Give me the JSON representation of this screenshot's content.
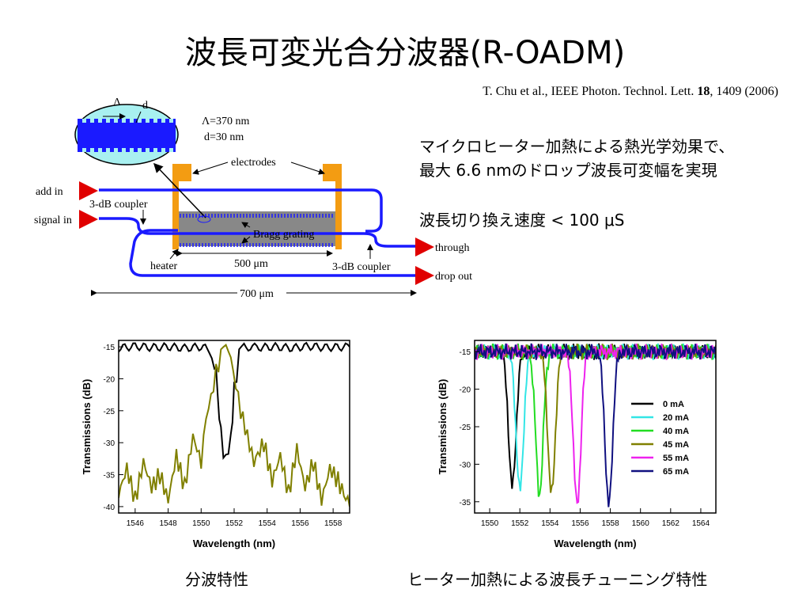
{
  "title": "波長可変光合分波器(R-OADM)",
  "citation": {
    "pre": "T. Chu et al., IEEE Photon. Technol. Lett. ",
    "vol": "18",
    "post": ", 1409 (2006)"
  },
  "description": {
    "line1": "マイクロヒーター加熱による熱光学効果で、",
    "line2": "最大 6.6 nmのドロップ波長可変幅を実現",
    "line3": "波長切り換え速度 < 100 μS"
  },
  "diagram": {
    "lambda_symbol": "Λ",
    "d_symbol": "d",
    "lambda_value": "Λ=370 nm",
    "d_value": "d=30 nm",
    "electrodes": "electrodes",
    "add_in": "add in",
    "signal_in": "signal in",
    "coupler_left": "3-dB coupler",
    "coupler_right": "3-dB coupler",
    "bragg": "Bragg grating",
    "heater": "heater",
    "len_500": "500 μm",
    "len_700": "700 μm",
    "through": "through",
    "drop_out": "drop out"
  },
  "colors": {
    "waveguide": "#1a1aff",
    "electrode": "#f39c12",
    "arrow_red": "#e00000",
    "cladding": "#a8f0f0"
  },
  "chart_data": [
    {
      "type": "line",
      "xlabel": "Wavelength (nm)",
      "ylabel": "Transmissions (dB)",
      "xlim": [
        1545,
        1559
      ],
      "ylim": [
        -41,
        -14
      ],
      "xticks": [
        1546,
        1548,
        1550,
        1552,
        1554,
        1556,
        1558
      ],
      "yticks": [
        -15,
        -20,
        -25,
        -30,
        -35,
        -40
      ],
      "series": [
        {
          "color": "#000000",
          "points": [
            [
              1545,
              -15.2
            ],
            [
              1546,
              -14.9
            ],
            [
              1547,
              -15.1
            ],
            [
              1548,
              -15.0
            ],
            [
              1549,
              -15.2
            ],
            [
              1550,
              -15.0
            ],
            [
              1550.5,
              -15.4
            ],
            [
              1550.8,
              -17
            ],
            [
              1551.0,
              -22
            ],
            [
              1551.2,
              -29
            ],
            [
              1551.5,
              -33
            ],
            [
              1551.8,
              -29
            ],
            [
              1552.0,
              -22
            ],
            [
              1552.3,
              -16
            ],
            [
              1552.6,
              -15.0
            ],
            [
              1553.5,
              -15.1
            ],
            [
              1554.5,
              -15.0
            ],
            [
              1555.5,
              -15.2
            ],
            [
              1556.5,
              -14.9
            ],
            [
              1557.5,
              -15.1
            ],
            [
              1559,
              -15.0
            ]
          ]
        },
        {
          "color": "#808000",
          "points": [
            [
              1545,
              -38
            ],
            [
              1545.5,
              -34
            ],
            [
              1546,
              -39
            ],
            [
              1546.5,
              -33
            ],
            [
              1547,
              -37
            ],
            [
              1547.5,
              -35
            ],
            [
              1548,
              -39
            ],
            [
              1548.5,
              -32
            ],
            [
              1549,
              -37
            ],
            [
              1549.5,
              -29
            ],
            [
              1550,
              -33
            ],
            [
              1550.3,
              -26
            ],
            [
              1550.6,
              -23
            ],
            [
              1550.9,
              -19
            ],
            [
              1551.2,
              -16
            ],
            [
              1551.5,
              -15.2
            ],
            [
              1551.8,
              -17
            ],
            [
              1552.1,
              -21
            ],
            [
              1552.4,
              -25
            ],
            [
              1552.8,
              -29
            ],
            [
              1553.2,
              -33
            ],
            [
              1553.8,
              -30
            ],
            [
              1554.3,
              -36
            ],
            [
              1554.8,
              -32
            ],
            [
              1555.3,
              -38
            ],
            [
              1555.8,
              -31
            ],
            [
              1556.3,
              -37
            ],
            [
              1556.8,
              -33
            ],
            [
              1557.3,
              -39
            ],
            [
              1557.8,
              -34
            ],
            [
              1558.3,
              -36
            ],
            [
              1559,
              -40
            ]
          ]
        }
      ]
    },
    {
      "type": "line",
      "xlabel": "Wavelength (nm)",
      "ylabel": "Transmissions (dB)",
      "xlim": [
        1549,
        1565
      ],
      "ylim": [
        -36.5,
        -13.5
      ],
      "xticks": [
        1550,
        1552,
        1554,
        1556,
        1558,
        1560,
        1562,
        1564
      ],
      "yticks": [
        -15,
        -20,
        -25,
        -30,
        -35
      ],
      "legend_position": "right",
      "series": [
        {
          "name": "0 mA",
          "color": "#000000",
          "dip": 1551.5,
          "depth": -33
        },
        {
          "name": "20 mA",
          "color": "#33e6e6",
          "dip": 1552.0,
          "depth": -33.5
        },
        {
          "name": "40 mA",
          "color": "#22dd22",
          "dip": 1553.3,
          "depth": -34
        },
        {
          "name": "45 mA",
          "color": "#808000",
          "dip": 1554.1,
          "depth": -34
        },
        {
          "name": "55 mA",
          "color": "#ee22ee",
          "dip": 1555.8,
          "depth": -35.5
        },
        {
          "name": "65 mA",
          "color": "#101080",
          "dip": 1557.9,
          "depth": -35.5
        }
      ]
    }
  ],
  "captions": {
    "left": "分波特性",
    "right": "ヒーター加熱による波長チューニング特性"
  }
}
